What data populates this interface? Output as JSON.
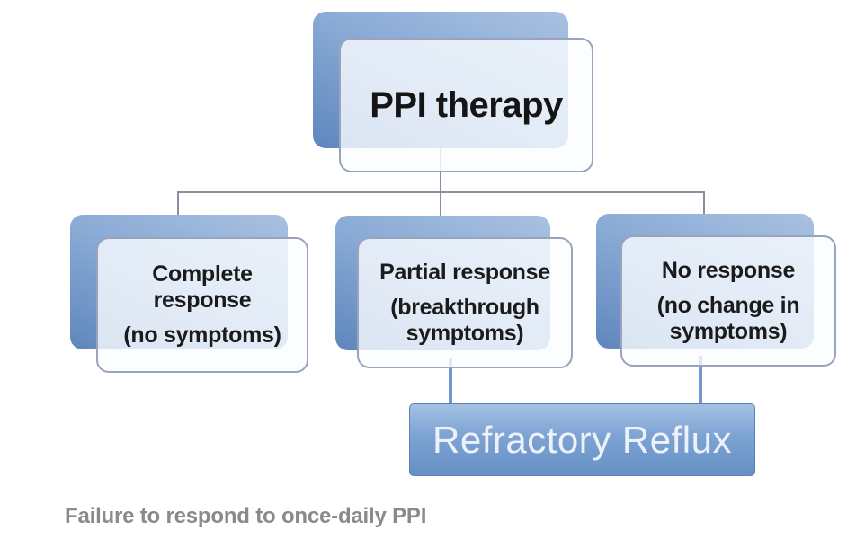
{
  "flowchart": {
    "root": {
      "label": "PPI therapy"
    },
    "children": [
      {
        "title": "Complete\nresponse",
        "subtitle": "(no symptoms)"
      },
      {
        "title": "Partial response",
        "subtitle": "(breakthrough\nsymptoms)"
      },
      {
        "title": "No response",
        "subtitle": "(no change in\nsymptoms)"
      }
    ],
    "outcome": {
      "label": "Refractory Reflux"
    },
    "caption": "Failure to respond to once-daily PPI"
  },
  "colors": {
    "node_shadow_blue_top": "#a9c1e1",
    "node_shadow_blue_bottom": "#5f86bd",
    "card_fill": "#fafcff",
    "card_border": "#9aa3bd",
    "connector_gray": "#8a8fa0",
    "connector_blue": "#6f99cb",
    "outcome_gradient_top": "#a3c1e3",
    "outcome_gradient_bottom": "#6690c6",
    "outcome_border": "#5a82b3",
    "outcome_text": "#edf2fa",
    "node_text": "#1b1b1b",
    "caption_text": "#8a8a87"
  }
}
